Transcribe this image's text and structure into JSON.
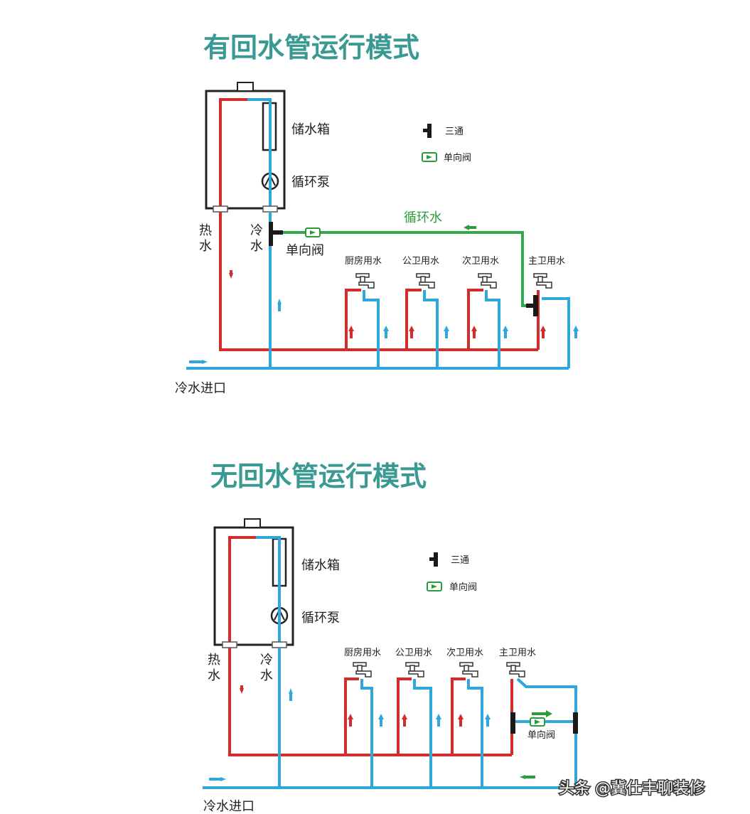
{
  "diagram1": {
    "title": "有回水管运行模式",
    "storage_tank": "储水箱",
    "pump": "循环泵",
    "hot_water": [
      "热",
      "水"
    ],
    "cold_water": [
      "冷",
      "水"
    ],
    "check_valve": "单向阀",
    "circulation": "循环水",
    "legend": {
      "tee": "三通",
      "check_valve": "单向阀"
    },
    "outlets": [
      "厨房用水",
      "公卫用水",
      "次卫用水",
      "主卫用水"
    ],
    "cold_inlet": "冷水进口"
  },
  "diagram2": {
    "title": "无回水管运行模式",
    "storage_tank": "储水箱",
    "pump": "循环泵",
    "hot_water": [
      "热",
      "水"
    ],
    "cold_water": [
      "冷",
      "水"
    ],
    "check_valve": "单向阀",
    "legend": {
      "tee": "三通",
      "check_valve": "单向阀"
    },
    "outlets": [
      "厨房用水",
      "公卫用水",
      "次卫用水",
      "主卫用水"
    ],
    "cold_inlet": "冷水进口"
  },
  "watermark": "头条 @冀仕丰聊装修",
  "colors": {
    "hot": "#d62b2b",
    "cold": "#2ea7dc",
    "circulation": "#32a84a",
    "title": "#3a9a93"
  }
}
